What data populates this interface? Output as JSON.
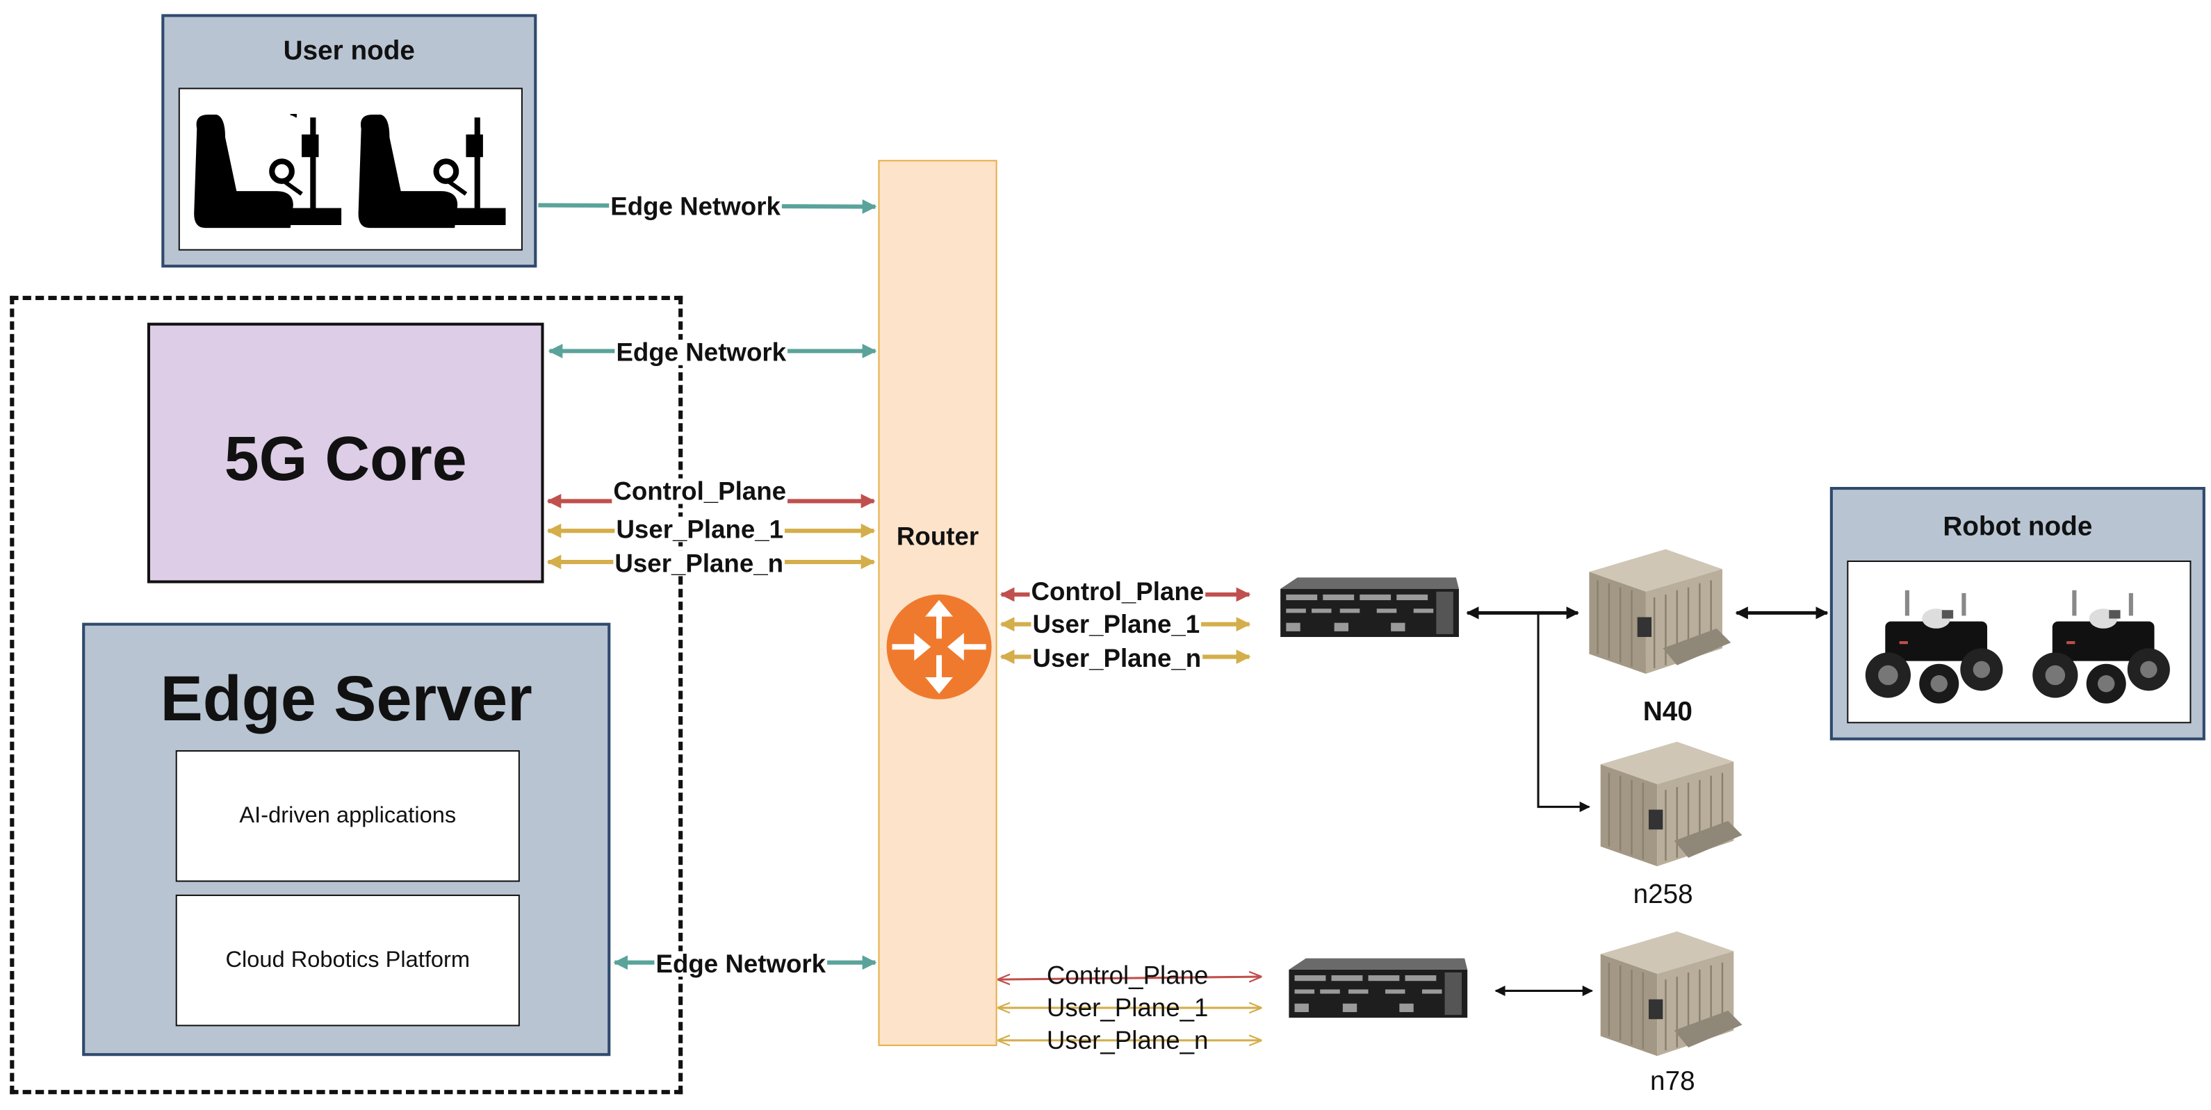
{
  "colors": {
    "edge_network": "#5aa39a",
    "control_plane": "#c0504d",
    "user_plane": "#d4ae4a",
    "router_fill": "#fde3c9",
    "router_border": "#e6b04a",
    "router_icon": "#ef7a2e",
    "core_fill": "#ddcde6",
    "node_fill": "#b8c4d2"
  },
  "user_node": {
    "title": "User node",
    "icons": [
      "racing-seat-icon",
      "racing-seat-icon"
    ]
  },
  "core": {
    "title": "5G Core"
  },
  "edge_server": {
    "title": "Edge Server",
    "apps": [
      "AI-driven applications",
      "Cloud Robotics Platform"
    ]
  },
  "router": {
    "label": "Router",
    "icon": "router-icon"
  },
  "robot_node": {
    "title": "Robot node",
    "icons": [
      "robot-rover-icon",
      "robot-rover-icon"
    ]
  },
  "links": {
    "user_edge": "Edge Network",
    "core_edge": "Edge Network",
    "server_edge": "Edge Network",
    "core_cp": "Control_Plane",
    "core_up1": "User_Plane_1",
    "core_upn": "User_Plane_n",
    "bb1_cp": "Control_Plane",
    "bb1_up1": "User_Plane_1",
    "bb1_upn": "User_Plane_n",
    "bb2_cp": "Control_Plane",
    "bb2_up1": "User_Plane_1",
    "bb2_upn": "User_Plane_n"
  },
  "baseband_units": [
    "server-rack-icon",
    "server-rack-icon"
  ],
  "radio_units": [
    {
      "label": "N40"
    },
    {
      "label": "n258"
    },
    {
      "label": "n78"
    }
  ]
}
